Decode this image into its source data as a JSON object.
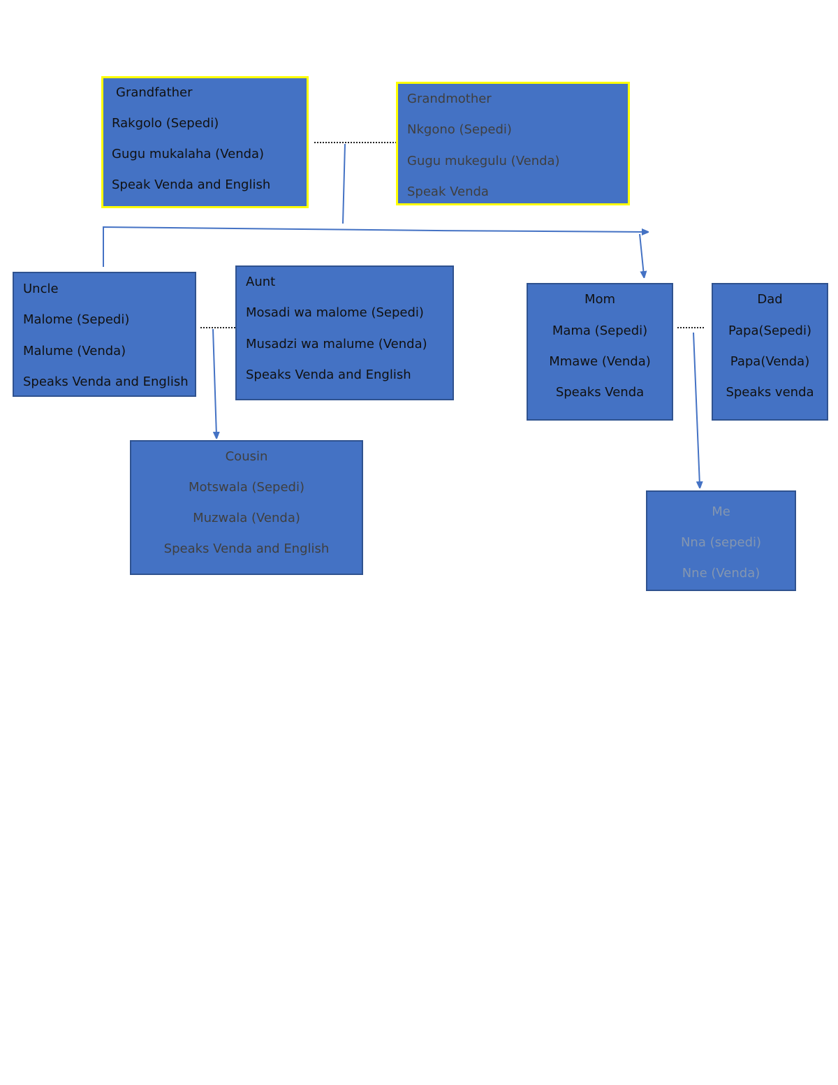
{
  "colors": {
    "box_fill": "#4472c4",
    "box_border": "#2f528f",
    "highlight_border": "#ffff00",
    "connector": "#4472c4"
  },
  "people": {
    "grandfather": {
      "title": "Grandfather",
      "sepedi": "Rakgolo (Sepedi)",
      "venda": "Gugu mukalaha (Venda)",
      "languages": "Speak Venda and English"
    },
    "grandmother": {
      "title": "Grandmother",
      "sepedi": "Nkgono (Sepedi)",
      "venda": "Gugu mukegulu (Venda)",
      "languages": "Speak Venda"
    },
    "uncle": {
      "title": "Uncle",
      "sepedi": "Malome (Sepedi)",
      "venda": "Malume (Venda)",
      "languages": "Speaks Venda and English"
    },
    "aunt": {
      "title": "Aunt",
      "sepedi": "Mosadi wa malome (Sepedi)",
      "venda": "Musadzi wa malume (Venda)",
      "languages": "Speaks Venda and English"
    },
    "mom": {
      "title": "Mom",
      "sepedi": "Mama (Sepedi)",
      "venda": "Mmawe (Venda)",
      "languages": "Speaks Venda"
    },
    "dad": {
      "title": "Dad",
      "sepedi": "Papa(Sepedi)",
      "venda": "Papa(Venda)",
      "languages": "Speaks venda"
    },
    "cousin": {
      "title": "Cousin",
      "sepedi": "Motswala (Sepedi)",
      "venda": "Muzwala (Venda)",
      "languages": "Speaks Venda and English"
    },
    "me": {
      "title": "Me",
      "sepedi": "Nna (sepedi)",
      "venda": "Nne (Venda)"
    }
  }
}
